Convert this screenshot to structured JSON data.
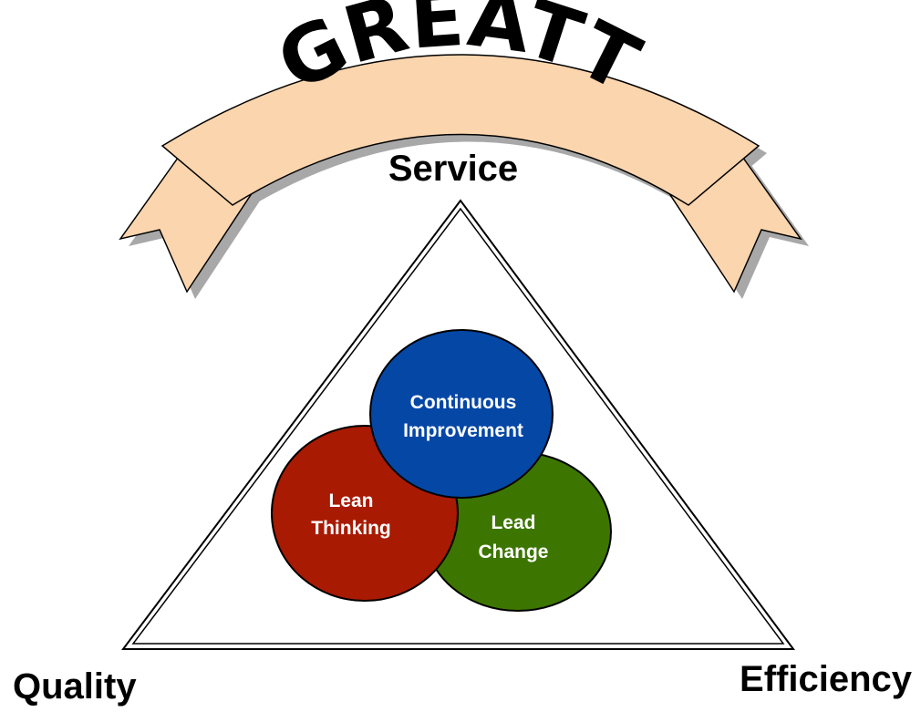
{
  "banner": {
    "title": "GREATT",
    "fill_color": "#FBD5AE",
    "outline_color": "#000000",
    "shadow_color": "#A8A8A8"
  },
  "vertices": {
    "top": "Service",
    "bottom_left": "Quality",
    "bottom_right": "Efficiency"
  },
  "circles": {
    "continuous_improvement": {
      "line1": "Continuous",
      "line2": "Improvement",
      "color": "#0547A5"
    },
    "lean_thinking": {
      "line1": "Lean",
      "line2": "Thinking",
      "color": "#A81A02"
    },
    "lead_change": {
      "line1": "Lead",
      "line2": "Change",
      "color": "#3D7501"
    }
  }
}
